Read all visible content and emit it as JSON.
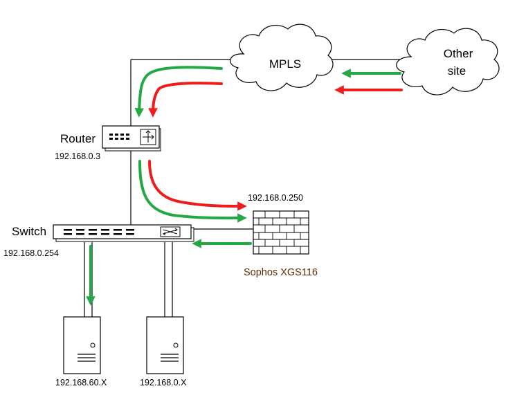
{
  "nodes": {
    "mpls": {
      "label": "MPLS"
    },
    "other_site": {
      "label_line1": "Other",
      "label_line2": "site"
    },
    "router": {
      "label": "Router",
      "ip": "192.168.0.3"
    },
    "switch": {
      "label": "Switch",
      "ip": "192.168.0.254"
    },
    "firewall": {
      "label": "Sophos XGS116",
      "ip": "192.168.0.250"
    },
    "server_left": {
      "ip": "192.168.60.X"
    },
    "server_right": {
      "ip": "192.168.0.X"
    }
  },
  "colors": {
    "green_arrow": "#22a845",
    "red_arrow": "#ee1c1c",
    "firewall_label": "#5a2d0c",
    "line": "#000000"
  }
}
